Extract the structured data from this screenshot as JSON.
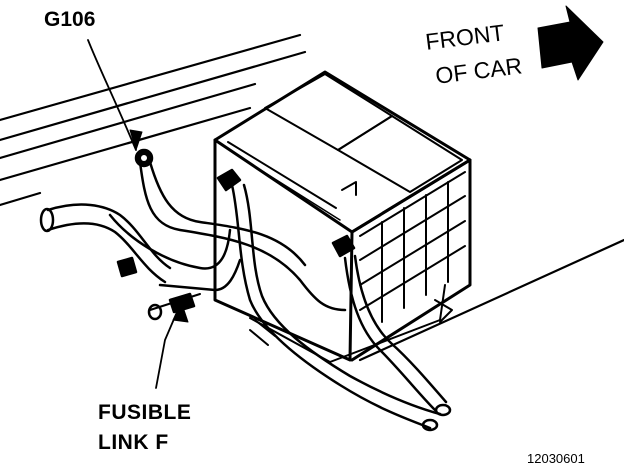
{
  "labels": {
    "ground": "G106",
    "direction_line1": "FRONT",
    "direction_line2": "OF CAR",
    "fusible_line1": "FUSIBLE",
    "fusible_line2": "LINK F",
    "figure_code": "12030601"
  },
  "icons": {
    "direction_arrow": "right-arrow-icon"
  },
  "colors": {
    "ink": "#000000",
    "paper": "#ffffff"
  }
}
